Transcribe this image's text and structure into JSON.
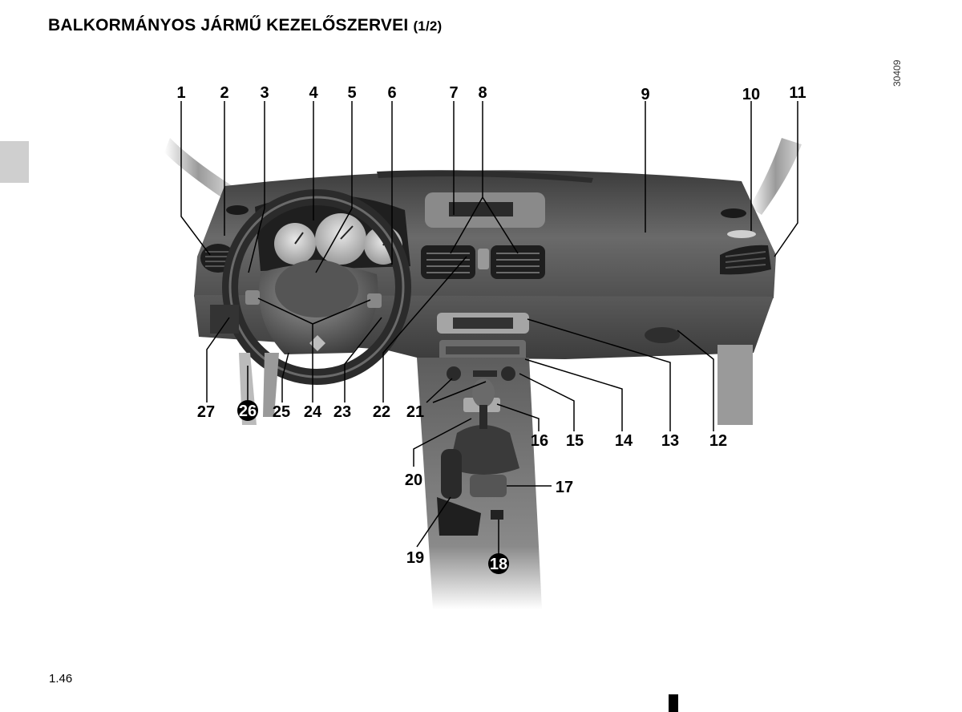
{
  "page": {
    "title": "BALKORMÁNYOS JÁRMŰ KEZELŐSZERVEI",
    "title_suffix": "(1/2)",
    "image_code": "30409",
    "page_number": "1.46"
  },
  "callouts": {
    "c1": "1",
    "c2": "2",
    "c3": "3",
    "c4": "4",
    "c5": "5",
    "c6": "6",
    "c7": "7",
    "c8": "8",
    "c9": "9",
    "c10": "10",
    "c11": "11",
    "c12": "12",
    "c13": "13",
    "c14": "14",
    "c15": "15",
    "c16": "16",
    "c17": "17",
    "c18": "18",
    "c19": "19",
    "c20": "20",
    "c21": "21",
    "c22": "22",
    "c23": "23",
    "c24": "24",
    "c25": "25",
    "c26": "26",
    "c27": "27"
  },
  "colors": {
    "dashboard": "#4a4a4a",
    "console": "#3a3a3a",
    "background": "#ffffff",
    "side_tab": "#cfcfcf"
  }
}
